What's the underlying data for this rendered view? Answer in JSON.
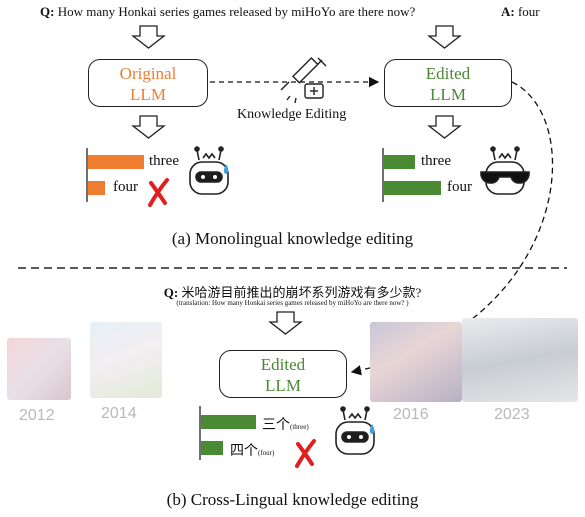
{
  "top": {
    "q_label": "Q:",
    "question": "How many Honkai series games released by miHoYo are there now?",
    "a_label": "A:",
    "answer": "four"
  },
  "section_a": {
    "original_box": {
      "line1": "Original",
      "line2": "LLM"
    },
    "edited_box": {
      "line1": "Edited",
      "line2": "LLM"
    },
    "editing_label": "Knowledge Editing",
    "left_bars": [
      {
        "label": "three",
        "value": 0.85
      },
      {
        "label": "four",
        "value": 0.25
      }
    ],
    "right_bars": [
      {
        "label": "three",
        "value": 0.45
      },
      {
        "label": "four",
        "value": 0.85
      }
    ],
    "caption": "(a) Monolingual knowledge editing"
  },
  "section_b": {
    "q_label": "Q:",
    "question": "米哈游目前推出的崩坏系列游戏有多少款?",
    "translation": "(translation: How many Honkai series games released by miHoYo are there now? )",
    "edited_box": {
      "line1": "Edited",
      "line2": "LLM"
    },
    "bars": [
      {
        "label": "三个",
        "sub": "(three)",
        "value": 0.85
      },
      {
        "label": "四个",
        "sub": "(four)",
        "value": 0.35
      }
    ],
    "years": [
      "2012",
      "2014",
      "2016",
      "2023"
    ],
    "caption": "(b) Cross-Lingual knowledge editing"
  },
  "colors": {
    "orange": "#ee7d2f",
    "green": "#4a8a34",
    "red": "#e02020",
    "year_gray": "#b9b9b9"
  }
}
